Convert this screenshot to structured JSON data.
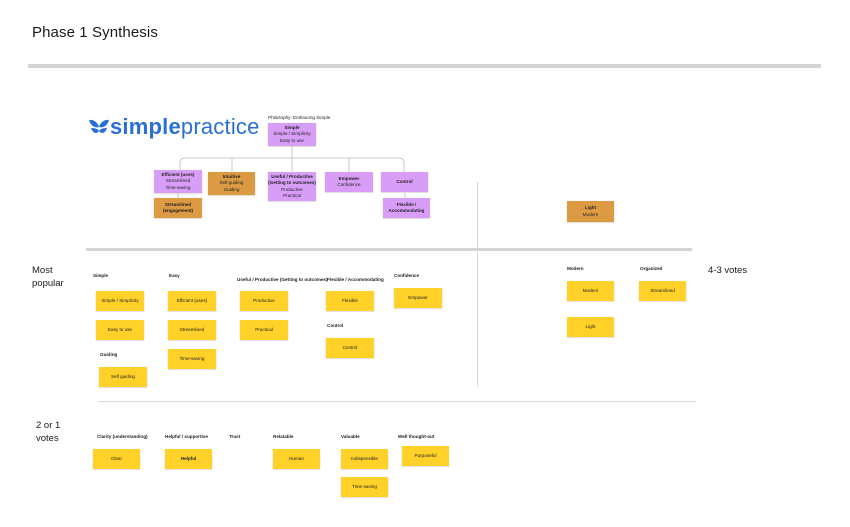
{
  "page": {
    "title": "Phase 1  Synthesis"
  },
  "logo": {
    "part1": "simple",
    "part2": "practice"
  },
  "tree": {
    "philosophy": "Philosophy: Embracing Simple",
    "root": {
      "title": "Simple",
      "lines": [
        "Simple / Simplicity",
        "Easy to use"
      ]
    },
    "children": [
      {
        "title": "Efficient (uses)",
        "lines": [
          "Streamlined",
          "Time-saving"
        ]
      },
      {
        "title": "Intuitive",
        "lines": [
          "Self guiding",
          "Guiding"
        ]
      },
      {
        "title": "Useful / Productive (Getting to outcomes)",
        "lines": [
          "Productive",
          "Practical"
        ]
      },
      {
        "title": "Empower",
        "lines": [
          "Confidence"
        ]
      },
      {
        "title": "Control",
        "lines": []
      }
    ],
    "streamlined_engagement": "Streamlined (engagement)",
    "flexible_accommodating": "Flexible / Accommodating"
  },
  "right_top": {
    "title": "Light",
    "sub": "Modern"
  },
  "sections": {
    "most_popular": "Most popular",
    "votes_4_3": "4-3 votes",
    "votes_2_1": "2 or 1 votes"
  },
  "most_popular_groups": {
    "simple": {
      "label": "Simple",
      "notes": [
        "Simple / Simplicity",
        "Easy to use"
      ]
    },
    "guiding": {
      "label": "Guiding",
      "notes": [
        "Self guiding"
      ]
    },
    "easy": {
      "label": "Easy",
      "notes": [
        "Efficient (uses)",
        "Streamlined",
        "Time-saving"
      ]
    },
    "useful": {
      "label": "Useful / Productive (Getting to outcomes)",
      "notes": [
        "Productive",
        "Practical"
      ]
    },
    "flexible": {
      "label": "Flexible / Accommodating",
      "notes": [
        "Flexible"
      ]
    },
    "control": {
      "label": "Control",
      "notes": [
        "Control"
      ]
    },
    "confidence": {
      "label": "Confidence",
      "notes": [
        "Empower"
      ]
    }
  },
  "four_three_groups": {
    "modern": {
      "label": "Modern",
      "notes": [
        "Modern",
        "Light"
      ]
    },
    "organized": {
      "label": "Organized",
      "notes": [
        "Streamlined"
      ]
    }
  },
  "two_one_groups": {
    "clarity": {
      "label": "Clarity (understanding)",
      "notes": [
        "Clear"
      ]
    },
    "helpful": {
      "label": "Helpful / supportive",
      "notes": [
        "Helpful"
      ]
    },
    "trust": {
      "label": "Trust",
      "notes": []
    },
    "relatable": {
      "label": "Relatable",
      "notes": [
        "Human"
      ]
    },
    "valuable": {
      "label": "Valuable",
      "notes": [
        "Indispensible",
        "Time-saving"
      ]
    },
    "well_thought": {
      "label": "Well thought-out",
      "notes": [
        "Purposeful"
      ]
    }
  },
  "colors": {
    "yellow": "#ffd129",
    "purple": "#d89ef7",
    "orange": "#dc9a43",
    "brand": "#2a6fd6"
  }
}
